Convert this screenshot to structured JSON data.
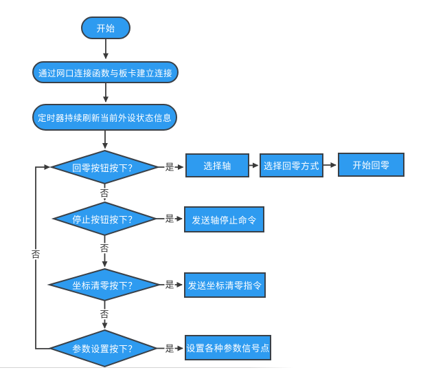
{
  "flowchart": {
    "title": "motion-control-panel-flowchart",
    "start": {
      "label": "开始"
    },
    "steps": [
      {
        "id": "connect",
        "label": "通过网口连接函数与板卡建立连接"
      },
      {
        "id": "refresh",
        "label": "定时器持续刷新当前外设状态信息"
      }
    ],
    "decisions": [
      {
        "id": "homing",
        "label": "回零按钮按下？"
      },
      {
        "id": "stop",
        "label": "停止按钮按下？"
      },
      {
        "id": "clear",
        "label": "坐标清零按下？"
      },
      {
        "id": "params",
        "label": "参数设置按下？"
      }
    ],
    "actions": [
      {
        "id": "select-axis",
        "label": "选择轴"
      },
      {
        "id": "select-homing-mode",
        "label": "选择回零方式"
      },
      {
        "id": "start-homing",
        "label": "开始回零"
      },
      {
        "id": "send-stop",
        "label": "发送轴停止命令"
      },
      {
        "id": "send-clear",
        "label": "发送坐标清零指令"
      },
      {
        "id": "set-param-signals",
        "label": "设置各种参数信号点"
      }
    ],
    "edge_labels": {
      "yes": "是",
      "no": "否"
    },
    "colors": {
      "node_fill": "#2E9BF0",
      "node_border": "#3A4047",
      "line": "#3A3A3A",
      "node_text": "#FFFFFF",
      "edge_label_text": "#333333"
    }
  }
}
